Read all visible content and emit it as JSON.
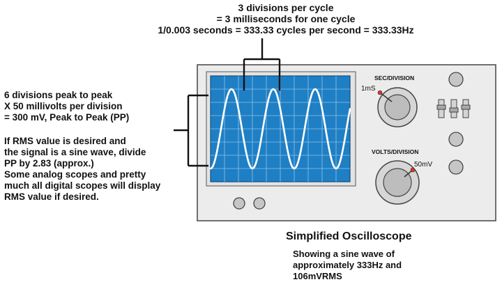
{
  "annotations": {
    "top": [
      "3 divisions per cycle",
      "= 3 milliseconds for one cycle",
      "1/0.003 seconds = 333.33 cycles per second = 333.33Hz"
    ],
    "left_peak": [
      "6 divisions peak to peak",
      "X 50 millivolts per division",
      "= 300 mV, Peak to Peak (PP)"
    ],
    "left_rms": [
      "If RMS value is desired and",
      "the signal is a sine wave, divide",
      "PP by 2.83 (approx.)",
      "Some analog scopes and pretty",
      "much all digital scopes will display",
      "RMS value if desired."
    ]
  },
  "controls": {
    "sec_division": {
      "label": "SEC/DIVISION",
      "value": "1mS"
    },
    "volts_division": {
      "label": "VOLTS/DIVISION",
      "value": "50mV"
    }
  },
  "title": "Simplified Oscilloscope",
  "caption": [
    "Showing a sine wave of",
    "approximately 333Hz and",
    "106mVRMS"
  ],
  "colors": {
    "screen": "#1f7fc4",
    "grid": "#8fc3ea",
    "trace": "#ffffff",
    "panel": "#ececec",
    "knob": "#c2c2c2",
    "pointer_dot": "#d9342b"
  }
}
